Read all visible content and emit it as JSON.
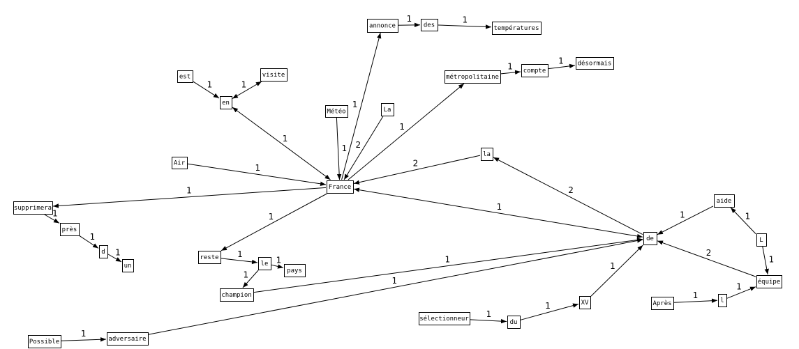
{
  "nodes": [
    {
      "id": "annonce",
      "label": "annonce"
    },
    {
      "id": "des",
      "label": "des"
    },
    {
      "id": "temperatures",
      "label": "températures"
    },
    {
      "id": "metropolitaine",
      "label": "métropolitaine"
    },
    {
      "id": "compte",
      "label": "compte"
    },
    {
      "id": "desormais",
      "label": "désormais"
    },
    {
      "id": "est",
      "label": "est"
    },
    {
      "id": "visite",
      "label": "visite"
    },
    {
      "id": "en",
      "label": "en"
    },
    {
      "id": "meteo",
      "label": "Météo"
    },
    {
      "id": "La",
      "label": "La"
    },
    {
      "id": "la",
      "label": "la"
    },
    {
      "id": "air",
      "label": "Air"
    },
    {
      "id": "france",
      "label": "France"
    },
    {
      "id": "supprimera",
      "label": "supprimera"
    },
    {
      "id": "pres",
      "label": "près"
    },
    {
      "id": "d",
      "label": "d"
    },
    {
      "id": "un",
      "label": "un"
    },
    {
      "id": "reste",
      "label": "reste"
    },
    {
      "id": "le",
      "label": "le"
    },
    {
      "id": "pays",
      "label": "pays"
    },
    {
      "id": "champion",
      "label": "champion"
    },
    {
      "id": "possible",
      "label": "Possible"
    },
    {
      "id": "adversaire",
      "label": "adversaire"
    },
    {
      "id": "selectionneur",
      "label": "sélectionneur"
    },
    {
      "id": "du",
      "label": "du"
    },
    {
      "id": "xv",
      "label": "XV"
    },
    {
      "id": "de",
      "label": "de"
    },
    {
      "id": "aide",
      "label": "aide"
    },
    {
      "id": "L",
      "label": "L"
    },
    {
      "id": "equipe",
      "label": "équipe"
    },
    {
      "id": "apres",
      "label": "Après"
    },
    {
      "id": "l",
      "label": "l"
    }
  ],
  "edges": [
    {
      "from": "annonce",
      "to": "des",
      "label": "1"
    },
    {
      "from": "des",
      "to": "temperatures",
      "label": "1"
    },
    {
      "from": "france",
      "to": "annonce",
      "label": "1"
    },
    {
      "from": "metropolitaine",
      "to": "compte",
      "label": "1"
    },
    {
      "from": "compte",
      "to": "desormais",
      "label": "1"
    },
    {
      "from": "france",
      "to": "metropolitaine",
      "label": "1"
    },
    {
      "from": "est",
      "to": "en",
      "label": "1"
    },
    {
      "from": "en",
      "to": "visite",
      "label": "1",
      "both": true
    },
    {
      "from": "en",
      "to": "france",
      "label": "1",
      "both": true
    },
    {
      "from": "meteo",
      "to": "france",
      "label": "1"
    },
    {
      "from": "La",
      "to": "france",
      "label": "2"
    },
    {
      "from": "air",
      "to": "france",
      "label": "1"
    },
    {
      "from": "la",
      "to": "france",
      "label": "2"
    },
    {
      "from": "france",
      "to": "supprimera",
      "label": "1"
    },
    {
      "from": "supprimera",
      "to": "pres",
      "label": "1"
    },
    {
      "from": "pres",
      "to": "d",
      "label": "1"
    },
    {
      "from": "d",
      "to": "un",
      "label": "1"
    },
    {
      "from": "france",
      "to": "reste",
      "label": "1"
    },
    {
      "from": "reste",
      "to": "le",
      "label": "1"
    },
    {
      "from": "le",
      "to": "pays",
      "label": "1"
    },
    {
      "from": "le",
      "to": "champion",
      "label": "1"
    },
    {
      "from": "champion",
      "to": "de",
      "label": "1"
    },
    {
      "from": "de",
      "to": "france",
      "label": "1",
      "both": true
    },
    {
      "from": "possible",
      "to": "adversaire",
      "label": "1"
    },
    {
      "from": "adversaire",
      "to": "de",
      "label": "1"
    },
    {
      "from": "selectionneur",
      "to": "du",
      "label": "1"
    },
    {
      "from": "du",
      "to": "xv",
      "label": "1"
    },
    {
      "from": "xv",
      "to": "de",
      "label": "1"
    },
    {
      "from": "de",
      "to": "la",
      "label": "2"
    },
    {
      "from": "aide",
      "to": "de",
      "label": "1"
    },
    {
      "from": "L",
      "to": "aide",
      "label": "1"
    },
    {
      "from": "L",
      "to": "equipe",
      "label": "1"
    },
    {
      "from": "equipe",
      "to": "de",
      "label": "2"
    },
    {
      "from": "apres",
      "to": "l",
      "label": "1"
    },
    {
      "from": "l",
      "to": "equipe",
      "label": "1"
    }
  ]
}
